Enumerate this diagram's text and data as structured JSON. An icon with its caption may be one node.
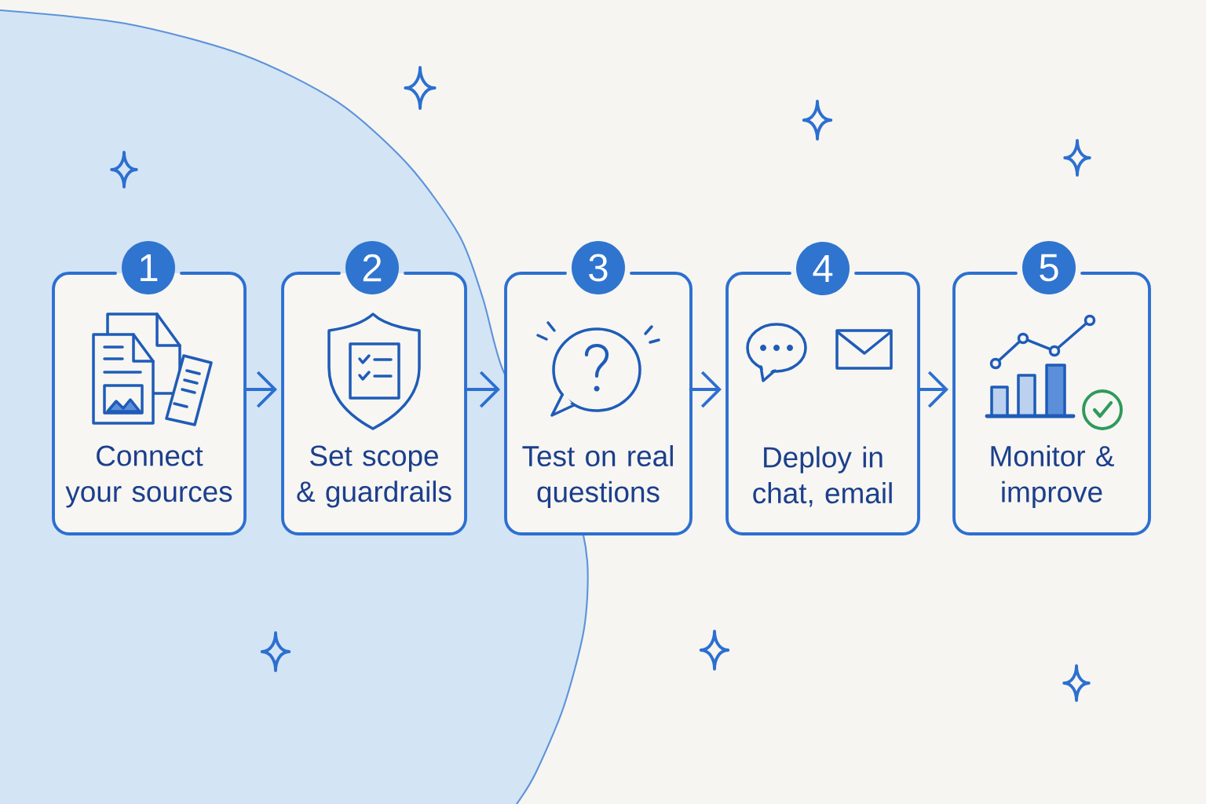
{
  "diagram": {
    "nodes": [
      {
        "text": [
          "1"
        ]
      },
      {
        "text": [
          "Connect your sources"
        ]
      },
      {
        "text": [
          "2"
        ]
      },
      {
        "text": [
          "Set scope & guardrails"
        ]
      },
      {
        "text": [
          "3"
        ]
      },
      {
        "text": [
          "Test on real questions"
        ]
      },
      {
        "text": [
          "4"
        ]
      },
      {
        "text": [
          "Deploy in chat, email"
        ]
      },
      {
        "text": [
          "5"
        ]
      },
      {
        "text": [
          "Monitor & improve"
        ]
      }
    ],
    "edges": [
      {
        "from": 1,
        "to": 3,
        "arrow": "to"
      },
      {
        "from": 3,
        "to": 5,
        "arrow": "to"
      },
      {
        "from": 5,
        "to": 7,
        "arrow": "to"
      },
      {
        "from": 7,
        "to": 9,
        "arrow": "to"
      }
    ]
  }
}
